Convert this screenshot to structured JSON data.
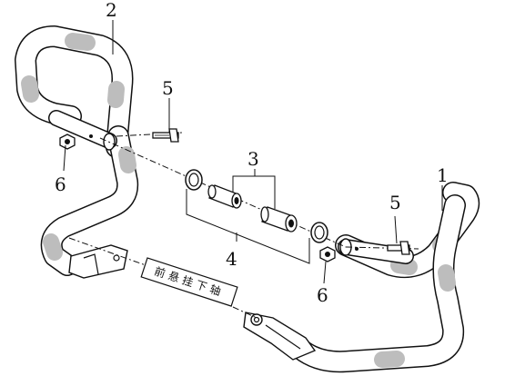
{
  "diagram": {
    "callouts": {
      "c1": "1",
      "c2": "2",
      "c3": "3",
      "c4": "4",
      "c5a": "5",
      "c5b": "5",
      "c6a": "6",
      "c6b": "6"
    },
    "axis_label": "前悬挂下轴"
  },
  "colors": {
    "ink": "#111111",
    "shade": "#bdbdbd",
    "paper": "#ffffff"
  }
}
